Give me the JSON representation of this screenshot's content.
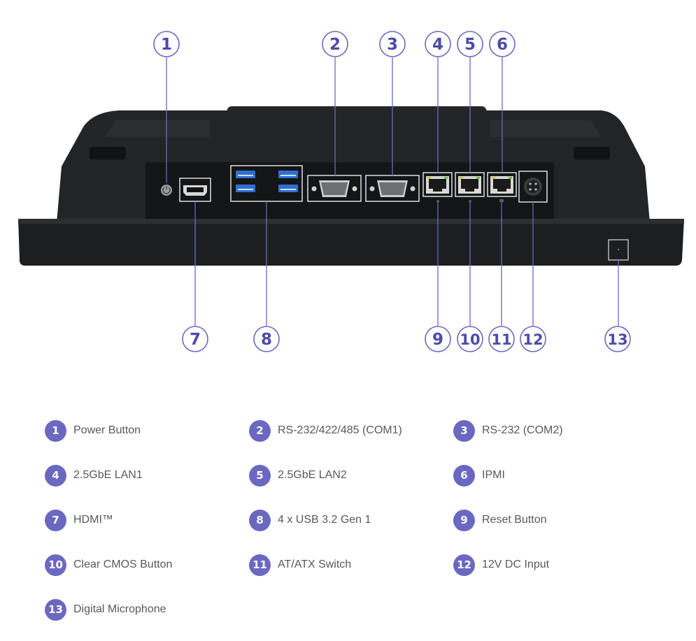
{
  "colors": {
    "accent": "#6b68c2",
    "callout_text": "#4e4ba8",
    "device_dark": "#1f2022",
    "device_mid": "#2a2b2d",
    "panel": "#161718",
    "legend_text": "#555a5e"
  },
  "icons": {
    "power": "power-icon",
    "hdmi": "hdmi-port-icon",
    "usb": "usb-port-icon",
    "serial": "db9-serial-port-icon",
    "lan": "rj45-port-icon",
    "dc": "dc-power-jack-icon",
    "mic": "microphone-hole-icon"
  },
  "callouts": [
    {
      "num": "1",
      "label": "Power Button"
    },
    {
      "num": "2",
      "label": "RS-232/422/485 (COM1)"
    },
    {
      "num": "3",
      "label": "RS-232 (COM2)"
    },
    {
      "num": "4",
      "label": "2.5GbE LAN1"
    },
    {
      "num": "5",
      "label": "2.5GbE LAN2"
    },
    {
      "num": "6",
      "label": "IPMI"
    },
    {
      "num": "7",
      "label": "HDMI™"
    },
    {
      "num": "8",
      "label": "4 x USB 3.2 Gen 1"
    },
    {
      "num": "9",
      "label": "Reset Button"
    },
    {
      "num": "10",
      "label": "Clear CMOS Button"
    },
    {
      "num": "11",
      "label": "AT/ATX Switch"
    },
    {
      "num": "12",
      "label": "12V DC Input"
    },
    {
      "num": "13",
      "label": "Digital Microphone"
    }
  ]
}
